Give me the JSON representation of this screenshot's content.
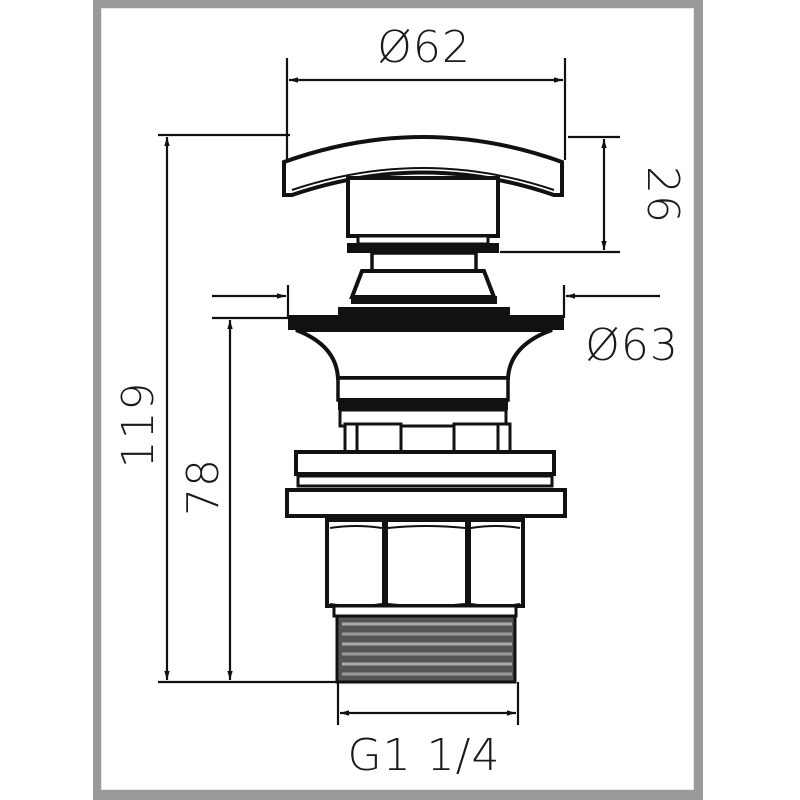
{
  "drawing": {
    "title": "Pop-up waste drain valve dimension drawing",
    "colors": {
      "frame": "#9a9a9a",
      "paper": "#ffffff",
      "line": "#111111",
      "thread_shade": "#6a6a6a"
    }
  },
  "dimensions": {
    "cap_diameter": {
      "label": "Ø62",
      "value": 62,
      "unit": "mm",
      "orientation": "horizontal"
    },
    "cap_height": {
      "label": "26",
      "value": 26,
      "unit": "mm",
      "orientation": "vertical"
    },
    "flange_diameter": {
      "label": "Ø63",
      "value": 63,
      "unit": "mm",
      "orientation": "horizontal"
    },
    "total_height": {
      "label": "119",
      "value": 119,
      "unit": "mm",
      "orientation": "vertical"
    },
    "body_height": {
      "label": "78",
      "value": 78,
      "unit": "mm",
      "orientation": "vertical"
    },
    "thread_size": {
      "label": "G1 1/4",
      "unit": "inch",
      "orientation": "horizontal"
    }
  }
}
